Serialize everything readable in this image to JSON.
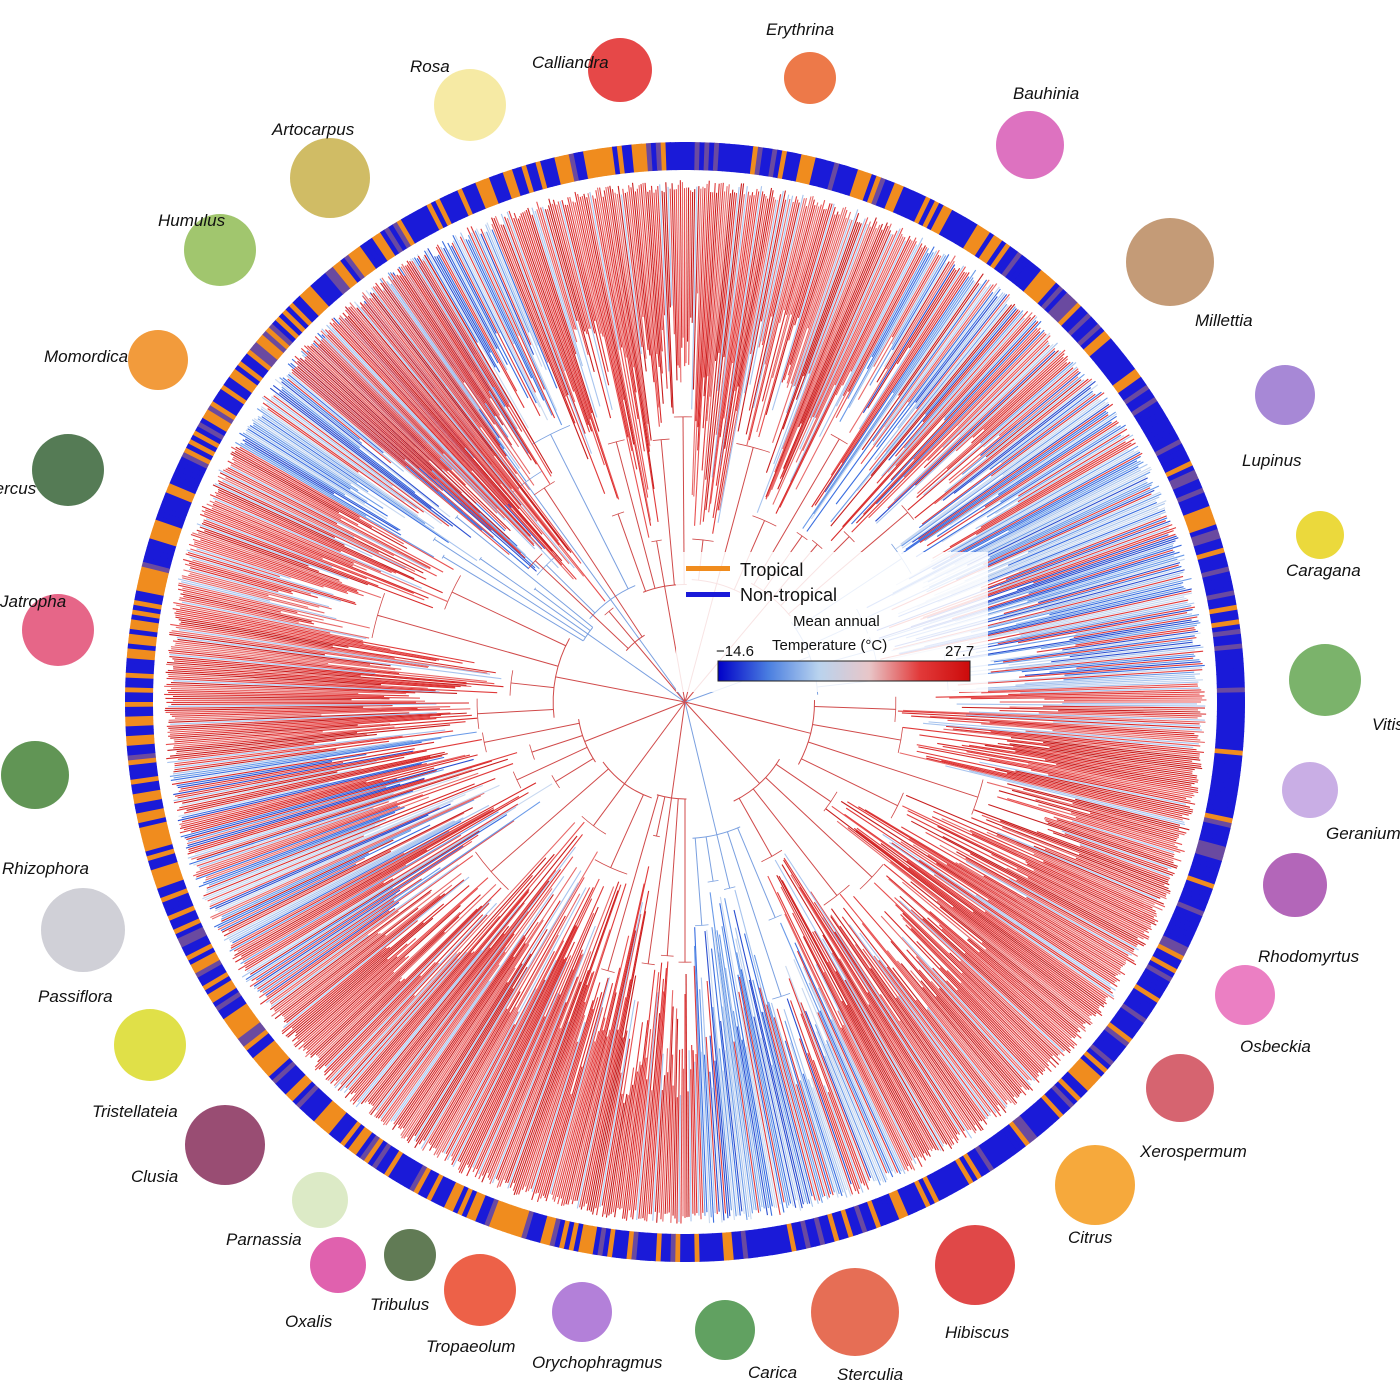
{
  "legend": {
    "tropical_label": "Tropical",
    "non_tropical_label": "Non-tropical",
    "tropical_color": "#f08c1e",
    "non_tropical_color": "#1a1ad8",
    "colorbar_title_1": "Mean annual",
    "colorbar_title_2": "Temperature (°C)",
    "colorbar_min": "−14.6",
    "colorbar_max": "27.7",
    "gradient_colors": [
      "#0000c8",
      "#4a7ee0",
      "#b9d3ee",
      "#e8c6c8",
      "#e23a3a",
      "#cc0a0a"
    ]
  },
  "genera": [
    {
      "name": "Erythrina",
      "color": "#e8581c"
    },
    {
      "name": "Bauhinia",
      "color": "#d44fb0"
    },
    {
      "name": "Millettia",
      "color": "#b07a4a"
    },
    {
      "name": "Lupinus",
      "color": "#8a60c8"
    },
    {
      "name": "Caragana",
      "color": "#e8d21a"
    },
    {
      "name": "Vitis",
      "color": "#4f9a3a"
    },
    {
      "name": "Geranium",
      "color": "#c0a0e0"
    },
    {
      "name": "Rhodomyrtus",
      "color": "#a040a8"
    },
    {
      "name": "Osbeckia",
      "color": "#e868b8"
    },
    {
      "name": "Xerospermum",
      "color": "#c83040"
    },
    {
      "name": "Citrus",
      "color": "#f59a1a"
    },
    {
      "name": "Hibiscus",
      "color": "#d81a1a"
    },
    {
      "name": "Sterculia",
      "color": "#e04a2a"
    },
    {
      "name": "Carica",
      "color": "#3a8a3a"
    },
    {
      "name": "Orychophragmus",
      "color": "#a060d0"
    },
    {
      "name": "Tropaeolum",
      "color": "#e83a1a"
    },
    {
      "name": "Tribulus",
      "color": "#3a5a2a"
    },
    {
      "name": "Oxalis",
      "color": "#d83a9a"
    },
    {
      "name": "Parnassia",
      "color": "#d8e8c0"
    },
    {
      "name": "Clusia",
      "color": "#802050"
    },
    {
      "name": "Tristellateia",
      "color": "#d8d81a"
    },
    {
      "name": "Passiflora",
      "color": "#c8c8d0"
    },
    {
      "name": "Rhizophora",
      "color": "#3a7a2a"
    },
    {
      "name": "Jatropha",
      "color": "#e0406a"
    },
    {
      "name": "Quercus",
      "color": "#2a5a2a"
    },
    {
      "name": "Momordica",
      "color": "#f08a1a"
    },
    {
      "name": "Humulus",
      "color": "#8ab84a"
    },
    {
      "name": "Artocarpus",
      "color": "#c8b04a"
    },
    {
      "name": "Rosa",
      "color": "#f5e89a"
    },
    {
      "name": "Calliandra",
      "color": "#e01a1a"
    }
  ]
}
